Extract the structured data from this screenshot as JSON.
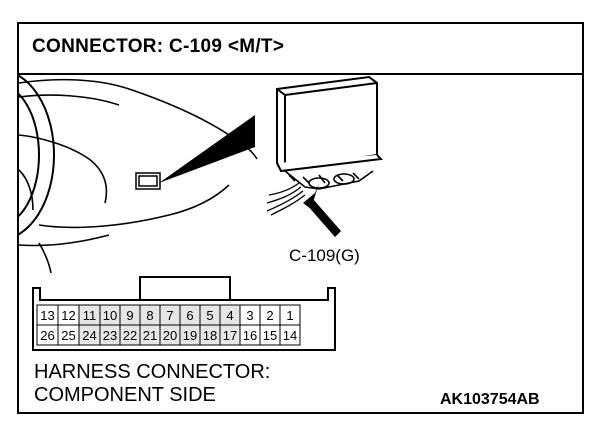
{
  "title": "CONNECTOR: C-109 <M/T>",
  "callout": "C-109(G)",
  "connector": {
    "row1": [
      "13",
      "12",
      "11",
      "10",
      "9",
      "8",
      "7",
      "6",
      "5",
      "4",
      "3",
      "2",
      "1"
    ],
    "row2": [
      "26",
      "25",
      "24",
      "23",
      "22",
      "21",
      "20",
      "19",
      "18",
      "17",
      "16",
      "15",
      "14"
    ]
  },
  "harness": {
    "line1": "HARNESS CONNECTOR:",
    "line2": "COMPONENT SIDE"
  },
  "figure_code": "AK103754AB"
}
